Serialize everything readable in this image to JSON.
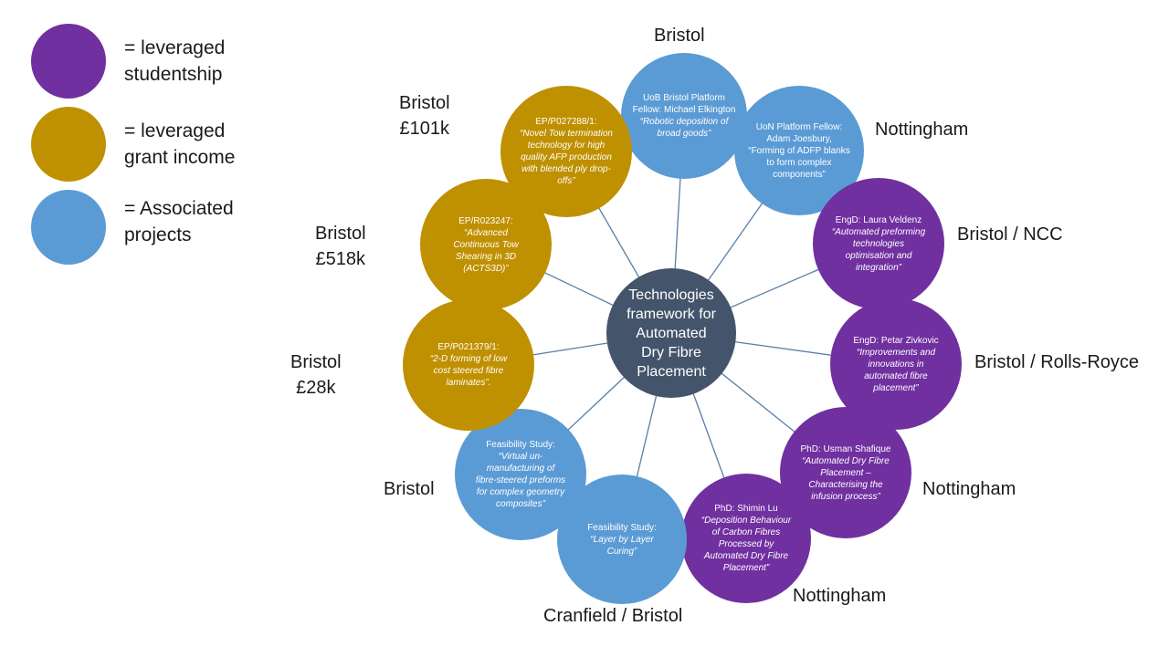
{
  "colors": {
    "studentship": "#7030a0",
    "grant": "#bf9000",
    "associated": "#5b9bd5",
    "center": "#44546a",
    "line": "#5a7ea6"
  },
  "legend": [
    {
      "text": "= leveraged\nstudentship",
      "color_key": "studentship"
    },
    {
      "text": "= leveraged\ngrant income",
      "color_key": "grant"
    },
    {
      "text": "= Associated\nprojects",
      "color_key": "associated"
    }
  ],
  "center": {
    "text": "Technologies framework for Automated Dry Fibre Placement"
  },
  "nodes": [
    {
      "id": "uob-platform",
      "type": "associated",
      "head": "UoB Bristol Platform Fellow: Michael Elkington",
      "body": "“Robotic deposition of broad goods”",
      "label": "Bristol"
    },
    {
      "id": "uon-platform",
      "type": "associated",
      "head": "UoN Platform Fellow: Adam Joesbury, “Forming of ADFP blanks to form complex components”",
      "body": "",
      "label": "Nottingham"
    },
    {
      "id": "engd-veldenz",
      "type": "studentship",
      "head": "EngD: Laura Veldenz",
      "body": "“Automated preforming technologies optimisation and integration”",
      "label": "Bristol / NCC"
    },
    {
      "id": "engd-zivkovic",
      "type": "studentship",
      "head": "EngD: Petar Zivkovic",
      "body": "“Improvements and innovations in automated fibre placement”",
      "label": "Bristol / Rolls-Royce"
    },
    {
      "id": "phd-shafique",
      "type": "studentship",
      "head": "PhD: Usman Shafique",
      "body": "“Automated Dry Fibre Placement – Characterising the infusion process”",
      "label": "Nottingham"
    },
    {
      "id": "phd-lu",
      "type": "studentship",
      "head": "PhD: Shimin Lu",
      "body": "“Deposition Behaviour of Carbon Fibres Processed by Automated Dry Fibre Placement”",
      "label": "Nottingham"
    },
    {
      "id": "feas-layer",
      "type": "associated",
      "head": "Feasibility Study:",
      "body": "“Layer by Layer Curing”",
      "label": "Cranfield / Bristol"
    },
    {
      "id": "feas-virtual",
      "type": "associated",
      "head": "Feasibility Study:",
      "body": "“Virtual un-manufacturing of fibre-steered preforms for complex geometry composites”",
      "label": "Bristol"
    },
    {
      "id": "ep-p021379",
      "type": "grant",
      "head": "EP/P021379/1:",
      "body": "“2-D forming of low cost steered fibre laminates”.",
      "label": "Bristol\n£28k"
    },
    {
      "id": "ep-r023247",
      "type": "grant",
      "head": "EP/R023247:",
      "body": "“Advanced Continuous Tow Shearing in 3D (ACTS3D)”",
      "label": "Bristol\n£518k"
    },
    {
      "id": "ep-p027288",
      "type": "grant",
      "head": "EP/P027288/1:",
      "body": "“Novel Tow termination technology for high quality AFP production with blended ply drop-offs”",
      "label": "Bristol\n£101k"
    }
  ]
}
